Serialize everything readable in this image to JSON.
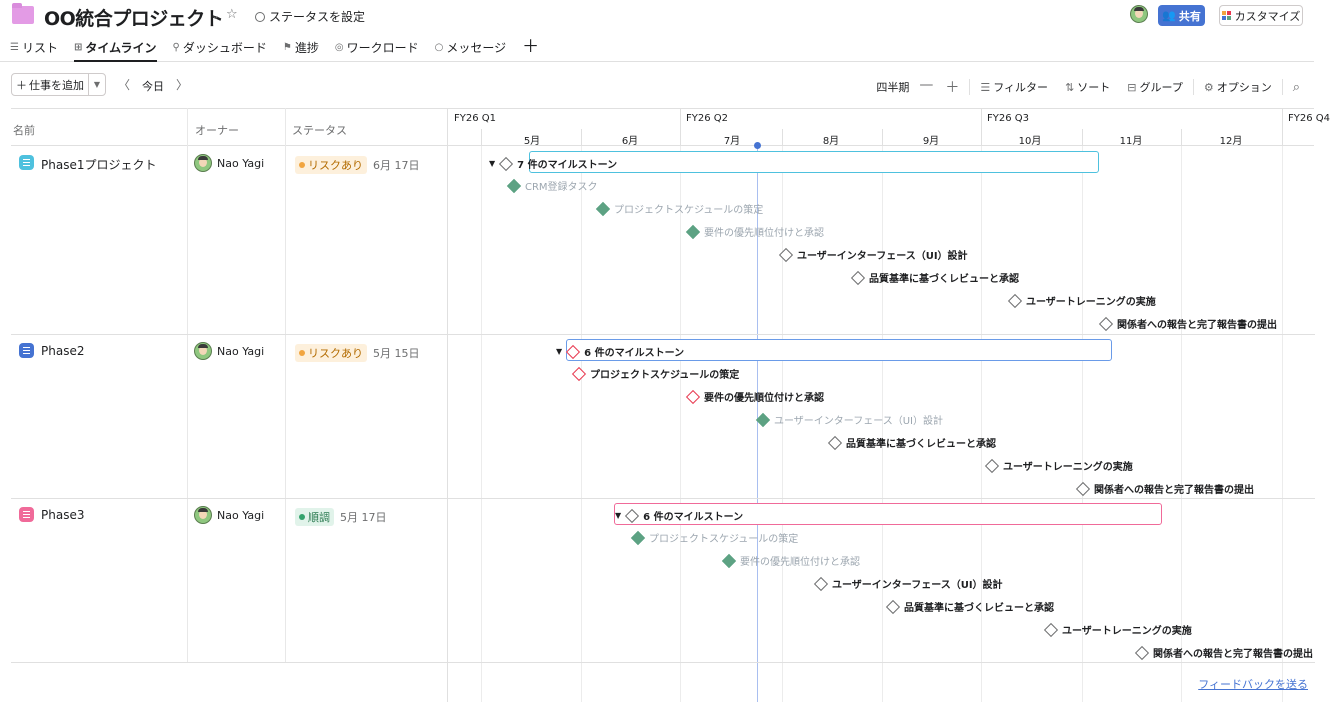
{
  "project": {
    "title": "OO統合プロジェクト",
    "status_link": "ステータスを設定",
    "share_label": "共有",
    "customize_label": "カスタマイズ"
  },
  "tabs": [
    {
      "label": "リスト",
      "icon": "list-icon"
    },
    {
      "label": "タイムライン",
      "icon": "timeline-icon",
      "active": true
    },
    {
      "label": "ダッシュボード",
      "icon": "dashboard-icon"
    },
    {
      "label": "進捗",
      "icon": "progress-icon"
    },
    {
      "label": "ワークロード",
      "icon": "workload-icon"
    },
    {
      "label": "メッセージ",
      "icon": "message-icon"
    }
  ],
  "toolbar": {
    "add_task": "仕事を追加",
    "today": "今日",
    "zoom_label": "四半期",
    "filter": "フィルター",
    "sort": "ソート",
    "group": "グループ",
    "options": "オプション"
  },
  "columns": {
    "name": "名前",
    "owner": "オーナー",
    "status": "ステータス"
  },
  "timeline": {
    "quarters": [
      "FY26 Q1",
      "FY26 Q2",
      "FY26 Q3",
      "FY26 Q4"
    ],
    "months": [
      "5月",
      "6月",
      "7月",
      "8月",
      "9月",
      "10月",
      "11月",
      "12月"
    ]
  },
  "rows": [
    {
      "name": "Phase1プロジェクト",
      "icon_color": "#4ec1de",
      "owner": "Nao Yagi",
      "status": "リスクあり",
      "status_kind": "risk",
      "date": "6月 17日",
      "group_label": "7 件のマイルストーン",
      "group_color": "#4ec1de",
      "milestones": [
        {
          "label": "CRM登録タスク",
          "done": true
        },
        {
          "label": "プロジェクトスケジュールの策定",
          "done": true
        },
        {
          "label": "要件の優先順位付けと承認",
          "done": true
        },
        {
          "label": "ユーザーインターフェース（UI）設計",
          "done": false
        },
        {
          "label": "品質基準に基づくレビューと承認",
          "done": false
        },
        {
          "label": "ユーザートレーニングの実施",
          "done": false
        },
        {
          "label": "関係者への報告と完了報告書の提出",
          "done": false
        }
      ]
    },
    {
      "name": "Phase2",
      "icon_color": "#4573d2",
      "owner": "Nao Yagi",
      "status": "リスクあり",
      "status_kind": "risk",
      "date": "5月 15日",
      "group_label": "6 件のマイルストーン",
      "group_color": "#6a9be8",
      "milestones": [
        {
          "label": "プロジェクトスケジュールの策定",
          "done": false,
          "red": true
        },
        {
          "label": "要件の優先順位付けと承認",
          "done": false,
          "red": true
        },
        {
          "label": "ユーザーインターフェース（UI）設計",
          "done": true
        },
        {
          "label": "品質基準に基づくレビューと承認",
          "done": false
        },
        {
          "label": "ユーザートレーニングの実施",
          "done": false
        },
        {
          "label": "関係者への報告と完了報告書の提出",
          "done": false
        }
      ]
    },
    {
      "name": "Phase3",
      "icon_color": "#f06a99",
      "owner": "Nao Yagi",
      "status": "順調",
      "status_kind": "ok",
      "date": "5月 17日",
      "group_label": "6 件のマイルストーン",
      "group_color": "#f06a99",
      "milestones": [
        {
          "label": "プロジェクトスケジュールの策定",
          "done": true
        },
        {
          "label": "要件の優先順位付けと承認",
          "done": true
        },
        {
          "label": "ユーザーインターフェース（UI）設計",
          "done": false
        },
        {
          "label": "品質基準に基づくレビューと承認",
          "done": false
        },
        {
          "label": "ユーザートレーニングの実施",
          "done": false
        },
        {
          "label": "関係者への報告と完了報告書の提出",
          "done": false
        }
      ]
    }
  ],
  "feedback": "フィードバックを送る"
}
